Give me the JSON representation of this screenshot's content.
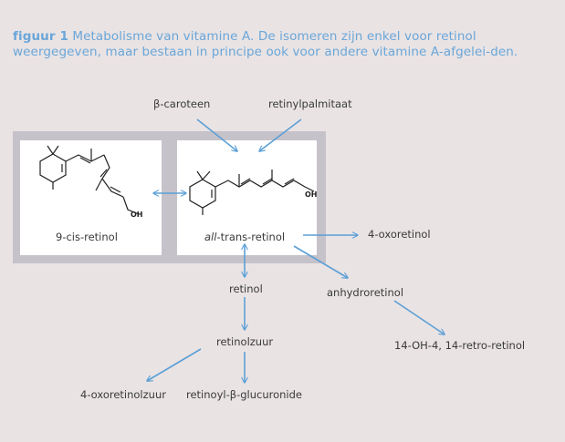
{
  "caption": {
    "label": "figuur 1",
    "text": "Metabolisme van vitamine A. De isomeren zijn enkel voor retinol weergegeven, maar bestaan in principe ook voor andere vitamine A-afgelei-den."
  },
  "nodes": {
    "beta_caroteen": "β-caroteen",
    "retinylpalmitaat": "retinylpalmitaat",
    "cis_retinol": "9-cis-retinol",
    "trans_prefix": "all",
    "trans_rest": "-trans-retinol",
    "oxoretinol": "4-oxoretinol",
    "retinol": "retinol",
    "anhydroretinol": "anhydroretinol",
    "retinolzuur": "retinolzuur",
    "retro_retinol": "14-OH-4, 14-retro-retinol",
    "oxoretinolzuur": "4-oxoretinolzuur",
    "glucuronide": "retinoyl-β-glucuronide",
    "oh_label": "OH"
  },
  "colors": {
    "arrow": "#5b9fd6",
    "caption": "#6aa6d8",
    "box_frame": "#c6c2ca",
    "box_fill": "#ffffff",
    "text": "#3a3a3a"
  }
}
